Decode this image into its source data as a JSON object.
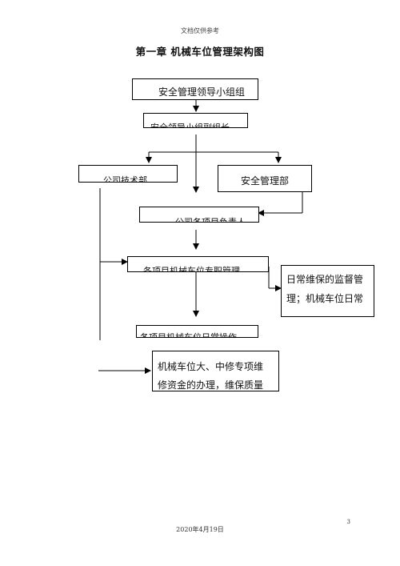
{
  "header": {
    "note": "文档仅供参考"
  },
  "title": "第一章  机械车位管理架构图",
  "chart": {
    "leader_group": "安全管理领导小组组",
    "office_partial": "安全领导小组副组长",
    "company_tech_dept": "公司技术部",
    "safety_dept": "安全管理部",
    "project_manager": "公司各项目负责人",
    "project_mgmt": "各项目机械车位专职管理",
    "daily_ops": "各项目机械车位日常操作",
    "supervision_lines": [
      "日常维保的监督管",
      "理；机械车位日常"
    ],
    "repair_lines": [
      "机械车位大、中修专项维",
      "修资金的办理，维保质量"
    ]
  },
  "footer": {
    "page_number": "3",
    "date": "2020年4月19日"
  }
}
